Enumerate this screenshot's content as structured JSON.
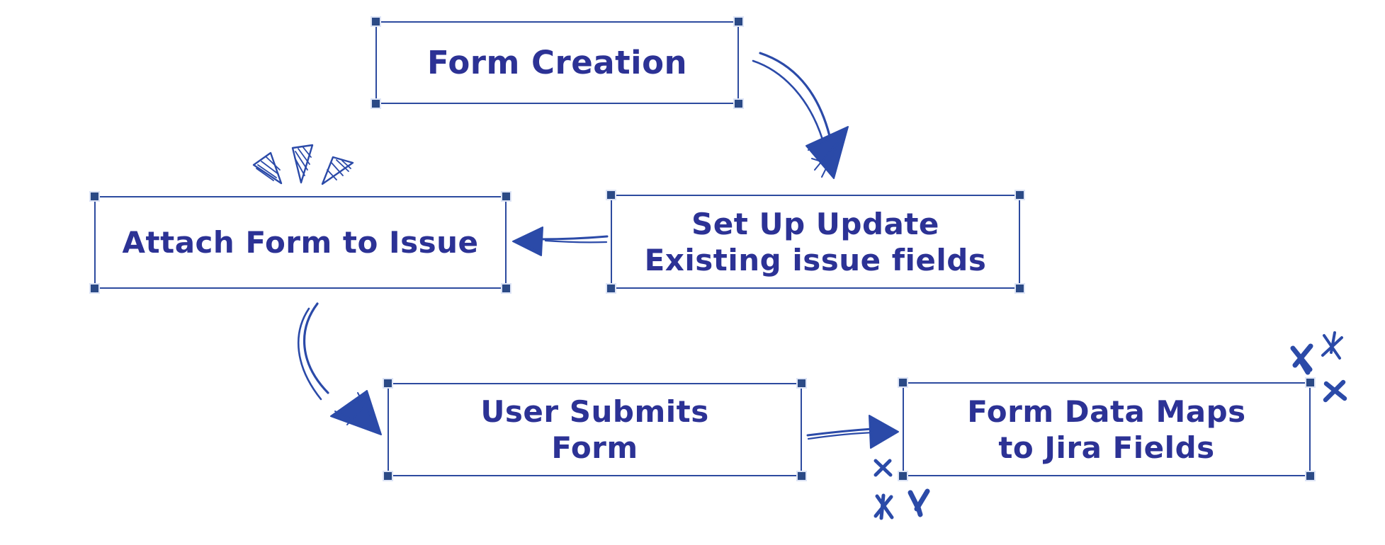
{
  "app": {
    "type": "hand-drawn flowchart on whiteboard canvas",
    "background": "#ffffff"
  },
  "colors": {
    "arrow_stroke": "#2b4aa8",
    "box_border": "#2d4b9f",
    "label_text": "#2c3295",
    "selection_handle": "#2b4a86",
    "handle_halo": "#dde4f6"
  },
  "nodes": [
    {
      "id": "form-creation",
      "lines": [
        "Form Creation"
      ]
    },
    {
      "id": "set-up-update",
      "lines": [
        "Set Up Update",
        "Existing issue fields"
      ]
    },
    {
      "id": "attach-form",
      "lines": [
        "Attach Form to Issue"
      ]
    },
    {
      "id": "user-submits",
      "lines": [
        "User Submits",
        "Form"
      ]
    },
    {
      "id": "form-data-maps",
      "lines": [
        "Form Data Maps",
        "to Jira Fields"
      ]
    }
  ],
  "edges": [
    {
      "from": "form-creation",
      "to": "set-up-update",
      "style": "curved-sketch-arrow"
    },
    {
      "from": "set-up-update",
      "to": "attach-form",
      "style": "straight-sketch-arrow-left"
    },
    {
      "from": "attach-form",
      "to": "user-submits",
      "style": "curved-sketch-arrow"
    },
    {
      "from": "user-submits",
      "to": "form-data-maps",
      "style": "straight-sketch-arrow-right"
    }
  ],
  "decorations": [
    {
      "id": "emphasis-rays",
      "description": "three hatched triangle rays above Attach Form to Issue box",
      "count": 3
    },
    {
      "id": "stars-top-right",
      "description": "three scribbled stars above/right of Form Data Maps box",
      "count": 3
    },
    {
      "id": "stars-bottom-left",
      "description": "three scribbled stars near bottom-left corner of Form Data Maps box",
      "count": 3
    }
  ]
}
